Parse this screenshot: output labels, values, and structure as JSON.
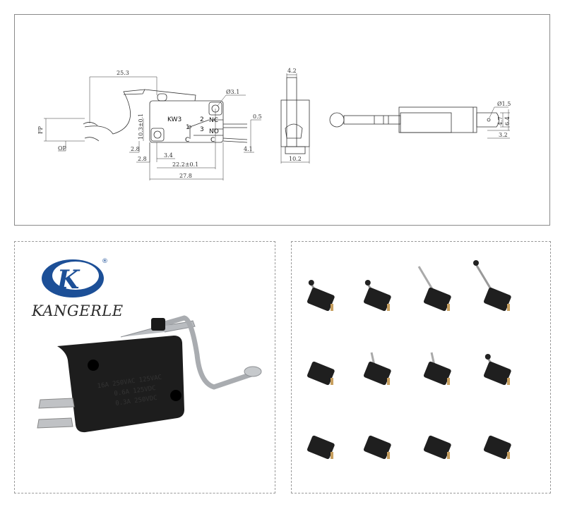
{
  "drawing": {
    "model": "KW3",
    "terminals": {
      "nc_num": "2",
      "nc": "NC",
      "com_num": "1",
      "no_num": "3",
      "no": "NO",
      "c_left": "C",
      "c_right": "C"
    },
    "dims": {
      "lever_length": "25.3",
      "hole_dia": "Ø3.1",
      "fp": "FP",
      "op": "OP",
      "height_103": "10.3±0.1",
      "d_28a": "2.8",
      "d_34": "3.4",
      "d_28b": "2.8",
      "d_222": "22.2±0.1",
      "d_278": "27.8",
      "d_05": "0.5",
      "d_41": "4.1",
      "side_42": "4.2",
      "side_102": "10.2",
      "term_hole": "Ø1.5",
      "term_47": "4.7",
      "term_64": "6.4",
      "term_32": "3.2"
    }
  },
  "brand": {
    "logo_letters": "K",
    "name": "KANGERLE",
    "registered": "®",
    "logo_color": "#1c4f97"
  },
  "product_label": {
    "line1": "16A 250VAC 125VAC",
    "line2": "0.6A 125VDC",
    "line3": "0.3A 250VDC"
  },
  "variants_count": 12
}
